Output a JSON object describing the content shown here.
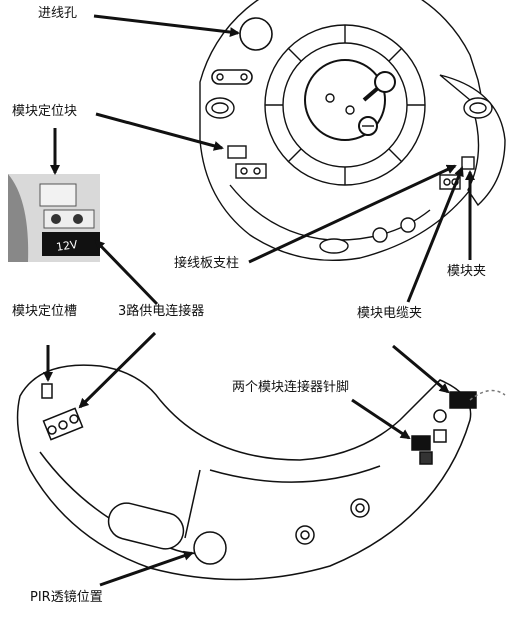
{
  "labels": {
    "cable_entry_hole": "进线孔",
    "module_locating_block": "模块定位块",
    "module_locating_slot": "模块定位槽",
    "three_way_supply_connector": "3路供电连接器",
    "terminal_board_post": "接线板支柱",
    "module_clip": "模块夹",
    "module_cable_clip": "模块电缆夹",
    "two_module_connector_pins": "两个模块连接器针脚",
    "pir_lens_position": "PIR透镜位置"
  },
  "inset": {
    "voltage_text": "12V"
  },
  "colors": {
    "line": "#111111",
    "fill": "#ffffff",
    "inset_bg": "#d9d9d9"
  }
}
